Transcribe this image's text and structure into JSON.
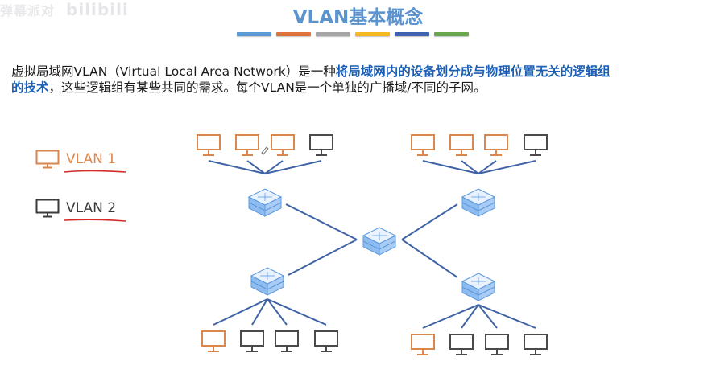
{
  "watermark": {
    "text": "弹幕派对",
    "logo": "bilibili"
  },
  "header": {
    "title": "VLAN基本概念",
    "color_bars": [
      "#5b9bd5",
      "#e0723a",
      "#a5a5a5",
      "#f5b922",
      "#3d62b0",
      "#6aa64a"
    ]
  },
  "paragraph": {
    "part1": "虚拟局域网VLAN（Virtual Local Area Network）是一种",
    "highlight1": "将局域网内的设备划分成与物理位置无关的逻辑组",
    "highlight2": "的技术",
    "part2": "，这些逻辑组有某些共同的需求。每个VLAN是一个单独的广播域/不同的子网。"
  },
  "legend": [
    {
      "label": "VLAN 1",
      "color": "#d9864f"
    },
    {
      "label": "VLAN 2",
      "color": "#3a3a3a"
    }
  ],
  "colors": {
    "vlan1": "#d9864f",
    "vlan2": "#4a4a4a",
    "link": "#3f63a5",
    "switch_fill": "#a9ccf4",
    "switch_stroke": "#5a98e0",
    "annotation_underline": "#d42a2a"
  },
  "diagram": {
    "core_switch": "core-switch",
    "access_switches": [
      {
        "name": "switch-top-left",
        "hosts": [
          "vlan1",
          "vlan1",
          "vlan1",
          "vlan2"
        ]
      },
      {
        "name": "switch-top-right",
        "hosts": [
          "vlan1",
          "vlan1",
          "vlan1",
          "vlan2"
        ]
      },
      {
        "name": "switch-bottom-left",
        "hosts": [
          "vlan1",
          "vlan2",
          "vlan2",
          "vlan2"
        ]
      },
      {
        "name": "switch-bottom-right",
        "hosts": [
          "vlan1",
          "vlan2",
          "vlan2",
          "vlan2"
        ]
      }
    ]
  }
}
